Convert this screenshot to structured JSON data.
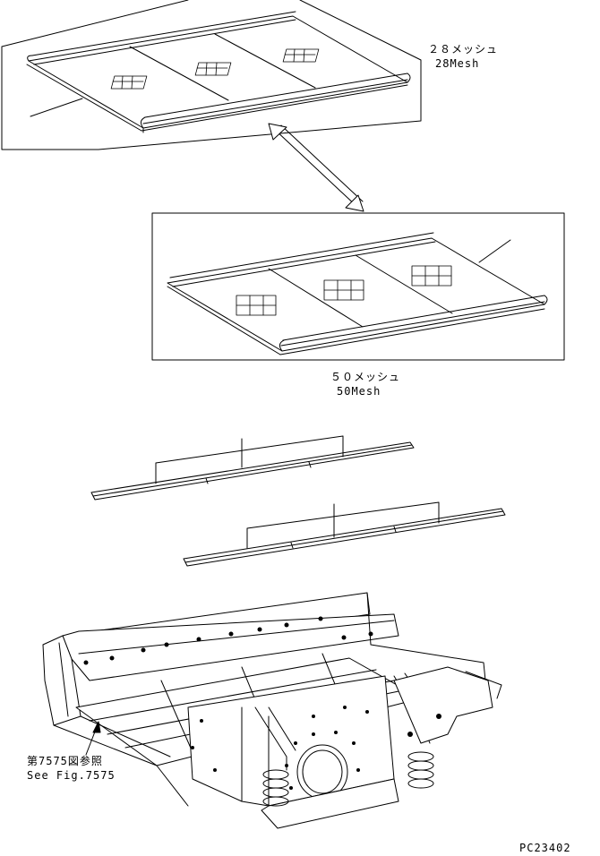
{
  "labels": {
    "mesh28_jp": "２８メッシュ",
    "mesh28_en": "28Mesh",
    "mesh50_jp": "５０メッシュ",
    "mesh50_en": "50Mesh",
    "ref_jp": "第7575図参照",
    "ref_en": "See Fig.7575",
    "code": "PC23402"
  }
}
